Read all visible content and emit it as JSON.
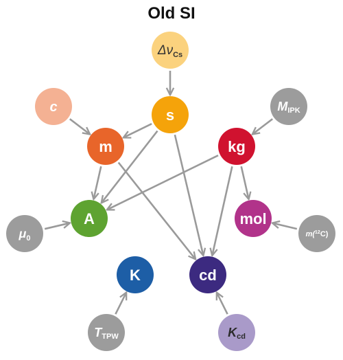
{
  "title": "Old SI",
  "colors": {
    "edge": "#9a9a9a",
    "s": "#f5a30a",
    "m": "#e8652a",
    "kg": "#d0122f",
    "A": "#5ea331",
    "mol": "#b1338a",
    "K": "#1d5ea6",
    "cd": "#3c2a80",
    "delta_nu_cs": "#fbd27e",
    "c": "#f4b193",
    "M_IPK": "#9c9c9c",
    "mu0": "#9c9c9c",
    "m_12C": "#9c9c9c",
    "T_TPW": "#9c9c9c",
    "K_cd": "#a99ac9"
  },
  "units": {
    "s": "s",
    "m": "m",
    "kg": "kg",
    "A": "A",
    "mol": "mol",
    "K": "K",
    "cd": "cd"
  },
  "constants": {
    "delta_nu_cs": {
      "main": "Δν",
      "sub": "Cs"
    },
    "c": {
      "main": "c"
    },
    "M_IPK": {
      "main": "M",
      "sub": "IPK"
    },
    "mu0": {
      "main": "μ",
      "sub": "0"
    },
    "m_12C": {
      "main": "m(",
      "sup": "12",
      "tail": "C)"
    },
    "T_TPW": {
      "main": "T",
      "sub": "TPW"
    },
    "K_cd": {
      "main": "K",
      "sub": "cd"
    }
  },
  "edges": [
    [
      "delta_nu_cs",
      "s"
    ],
    [
      "c",
      "m"
    ],
    [
      "s",
      "m"
    ],
    [
      "s",
      "A"
    ],
    [
      "s",
      "cd"
    ],
    [
      "m",
      "A"
    ],
    [
      "m",
      "cd"
    ],
    [
      "kg",
      "A"
    ],
    [
      "kg",
      "mol"
    ],
    [
      "kg",
      "cd"
    ],
    [
      "M_IPK",
      "kg"
    ],
    [
      "mu0",
      "A"
    ],
    [
      "m_12C",
      "mol"
    ],
    [
      "T_TPW",
      "K"
    ],
    [
      "K_cd",
      "cd"
    ]
  ]
}
